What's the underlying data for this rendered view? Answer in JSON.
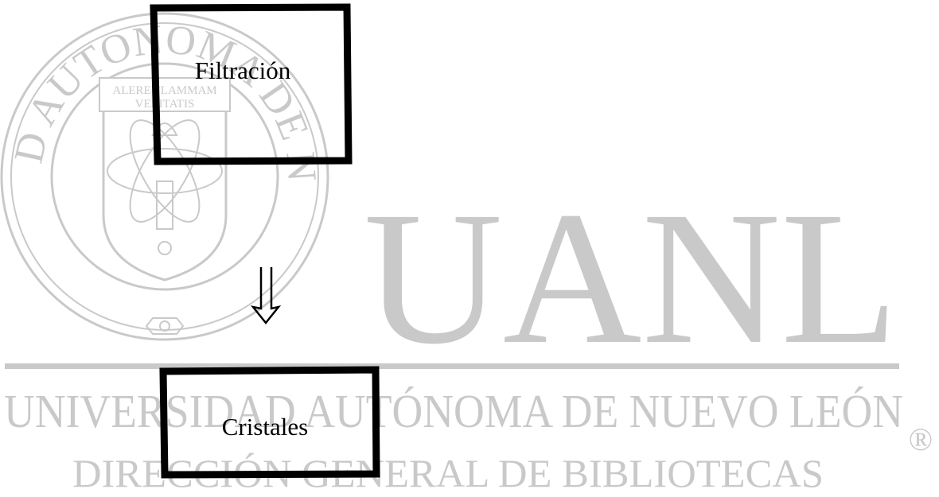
{
  "diagram": {
    "nodes": [
      {
        "id": "filtracion",
        "label": "Filtración"
      },
      {
        "id": "cristales",
        "label": "Cristales"
      }
    ],
    "edges": [
      {
        "from": "filtracion",
        "to": "cristales",
        "arrow": "double-down-arrow"
      }
    ]
  },
  "watermark": {
    "color": "#c9c9c9",
    "acronym": "UANL",
    "university": "UNIVERSIDAD AUTÓNOMA DE NUEVO LEÓN",
    "department": "DIRECCIÓN GENERAL DE BIBLIOTECAS",
    "registered_mark": "®",
    "seal_ring_text": "UNIVERSIDAD AUTONOMA DE NUEVO LEON",
    "seal_motto_1": "ALERE FLAMMAM",
    "seal_motto_2": "VERITATIS"
  }
}
